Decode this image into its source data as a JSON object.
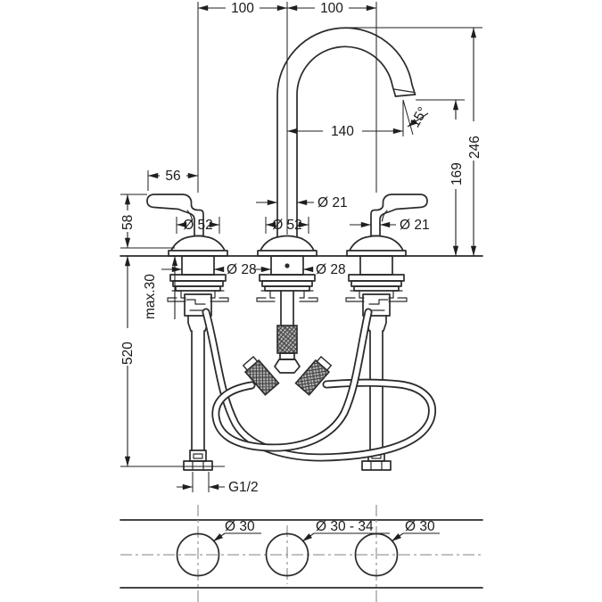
{
  "drawing": {
    "title_hint": "3-hole basin mixer technical dimension drawing",
    "colors": {
      "line": "#2b2b2b",
      "dimension": "#1f1f1f",
      "centerline": "#9b9b9b",
      "background": "#ffffff"
    },
    "dims": {
      "spacing_left": "100",
      "spacing_right": "100",
      "spout_reach": "140",
      "spray_angle": "15°",
      "outlet_height": "169",
      "total_height": "246",
      "handle_length": "56",
      "handle_height": "58",
      "spout_pipe_dia": "Ø 21",
      "handle_stem_dia": "Ø 21",
      "escutcheon_dia_left": "Ø 52",
      "escutcheon_dia_center": "Ø 52",
      "shank_dia_left": "Ø 28",
      "shank_dia_center": "Ø 28",
      "max_mounting_depth": "max.30",
      "hose_length": "520",
      "thread_size": "G1/2"
    },
    "plan": {
      "hole_left": "Ø 30",
      "hole_center": "Ø 30 - 34",
      "hole_right": "Ø 30"
    }
  }
}
